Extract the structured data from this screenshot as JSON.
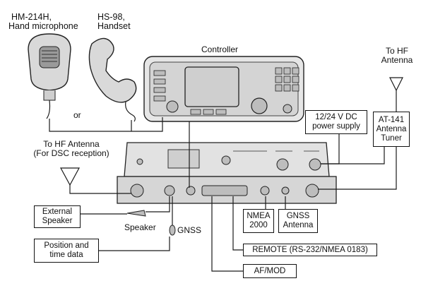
{
  "devices": {
    "mic_model": "HM-214H,",
    "mic_desc": "Hand microphone",
    "handset_model": "HS-98,",
    "handset_desc": "Handset",
    "or_text": "or",
    "controller": "Controller"
  },
  "labels": {
    "to_hf_antenna_top_1": "To HF",
    "to_hf_antenna_top_2": "Antenna",
    "to_hf_antenna_dsc_1": "To HF Antenna",
    "to_hf_antenna_dsc_2": "(For DSC reception)",
    "speaker": "Speaker",
    "gnss": "GNSS"
  },
  "boxes": {
    "power_1": "12/24 V DC",
    "power_2": "power supply",
    "tuner_1": "AT-141",
    "tuner_2": "Antenna",
    "tuner_3": "Tuner",
    "ext_speaker_1": "External",
    "ext_speaker_2": "Speaker",
    "position_1": "Position and",
    "position_2": "time data",
    "nmea2000_1": "NMEA",
    "nmea2000_2": "2000",
    "gnss_ant_1": "GNSS",
    "gnss_ant_2": "Antenna",
    "remote": "REMOTE (RS-232/NMEA 0183)",
    "afmod": "AF/MOD"
  }
}
